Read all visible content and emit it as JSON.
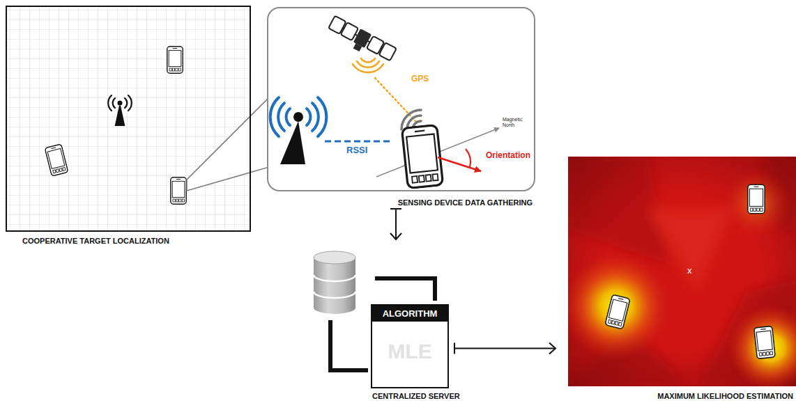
{
  "diagram": {
    "nodes": [
      {
        "text": [
          "COOPERATIVE TARGET LOCALIZATION"
        ]
      },
      {
        "text": [
          "SENSING DEVICE DATA GATHERING"
        ]
      },
      {
        "text": [
          "ALGORITHM",
          "MLE"
        ]
      },
      {
        "text": [
          "MAXIMUM LIKELIHOOD ESTIMATION"
        ]
      }
    ],
    "edges": [
      {
        "from": 2,
        "to": 3,
        "arrow": "to"
      }
    ],
    "labels": [
      "GPS",
      "RSSI",
      "Magnetic North",
      "Orientation",
      "CENTRALIZED SERVER",
      "x"
    ]
  }
}
